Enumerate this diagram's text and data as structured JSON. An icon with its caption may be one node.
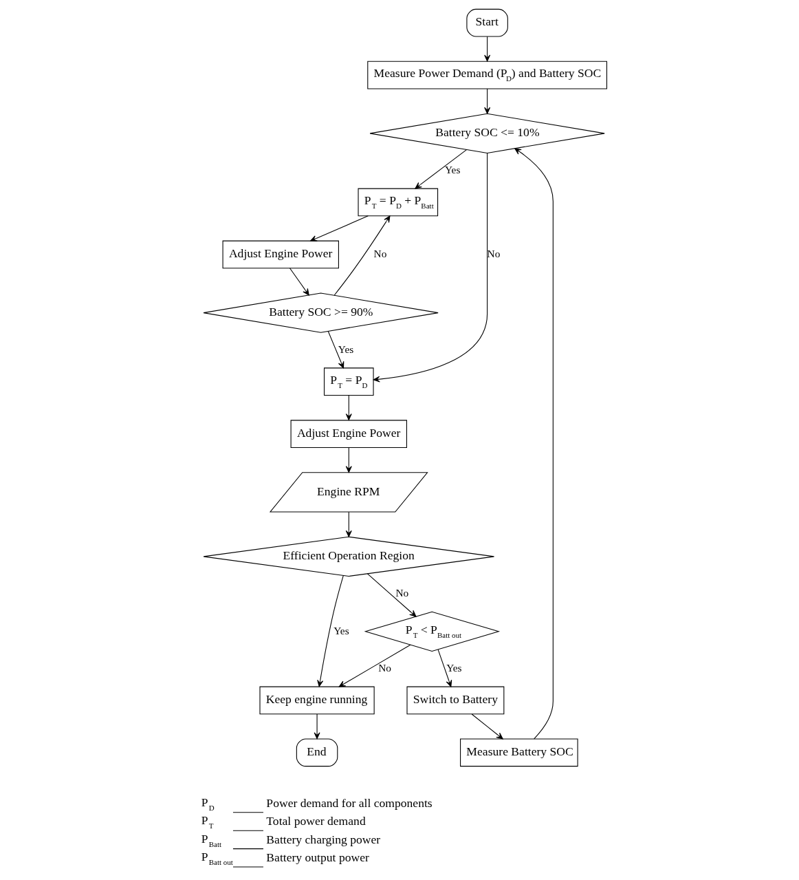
{
  "diagram": {
    "nodes": [
      {
        "text": [
          "Start"
        ]
      },
      {
        "text": [
          "Measure Power Demand (P$_{D}$) and Battery SOC"
        ]
      },
      {
        "text": [
          "Battery SOC <= 10%"
        ]
      },
      {
        "text": [
          "P$_{T}$ = P$_{D}$ + P$_{Batt}$"
        ]
      },
      {
        "text": [
          "Adjust Engine Power"
        ]
      },
      {
        "text": [
          "Battery SOC >= 90%"
        ]
      },
      {
        "text": [
          "P$_{T}$ = P$_{D}$"
        ]
      },
      {
        "text": [
          "Adjust Engine Power"
        ]
      },
      {
        "text": [
          "Engine RPM"
        ]
      },
      {
        "text": [
          "Efficient Operation Region"
        ]
      },
      {
        "text": [
          "P$_{T}$ < P$_{Batt out}$"
        ]
      },
      {
        "text": [
          "Switch to Battery"
        ]
      },
      {
        "text": [
          "Measure Battery SOC"
        ]
      },
      {
        "text": [
          "Keep engine running"
        ]
      },
      {
        "text": [
          "End"
        ]
      }
    ],
    "edges": [
      {
        "from": 0,
        "to": 1,
        "arrow": "to"
      },
      {
        "from": 1,
        "to": 2,
        "arrow": "to"
      },
      {
        "from": 2,
        "to": 6,
        "label": "No",
        "arrow": "to"
      },
      {
        "from": 2,
        "to": 3,
        "label": "Yes",
        "arrow": "to"
      },
      {
        "from": 3,
        "to": 4,
        "arrow": "to"
      },
      {
        "from": 4,
        "to": 5,
        "arrow": "to"
      },
      {
        "from": 5,
        "to": 3,
        "label": "No",
        "arrow": "to"
      },
      {
        "from": 5,
        "to": 6,
        "label": "Yes",
        "arrow": "to"
      },
      {
        "from": 6,
        "to": 7,
        "arrow": "to"
      },
      {
        "from": 7,
        "to": 8,
        "arrow": "to"
      },
      {
        "from": 8,
        "to": 9,
        "arrow": "to"
      },
      {
        "from": 9,
        "to": 10,
        "label": "No",
        "arrow": "to"
      },
      {
        "from": 9,
        "to": 13,
        "label": "Yes",
        "arrow": "to"
      },
      {
        "from": 10,
        "to": 11,
        "label": "Yes",
        "arrow": "to"
      },
      {
        "from": 10,
        "to": 13,
        "label": "No",
        "arrow": "to"
      },
      {
        "from": 11,
        "to": 12,
        "arrow": "to"
      },
      {
        "from": 12,
        "to": 2,
        "arrow": "to"
      },
      {
        "from": 13,
        "to": 14,
        "arrow": "to"
      }
    ],
    "labels": [
      "P$_{D}$",
      "Power demand for all components",
      "P$_{T}$",
      "Total power demand",
      "P$_{Batt}$",
      "Battery charging power",
      "P$_{Batt out}$",
      "Battery output power"
    ]
  }
}
